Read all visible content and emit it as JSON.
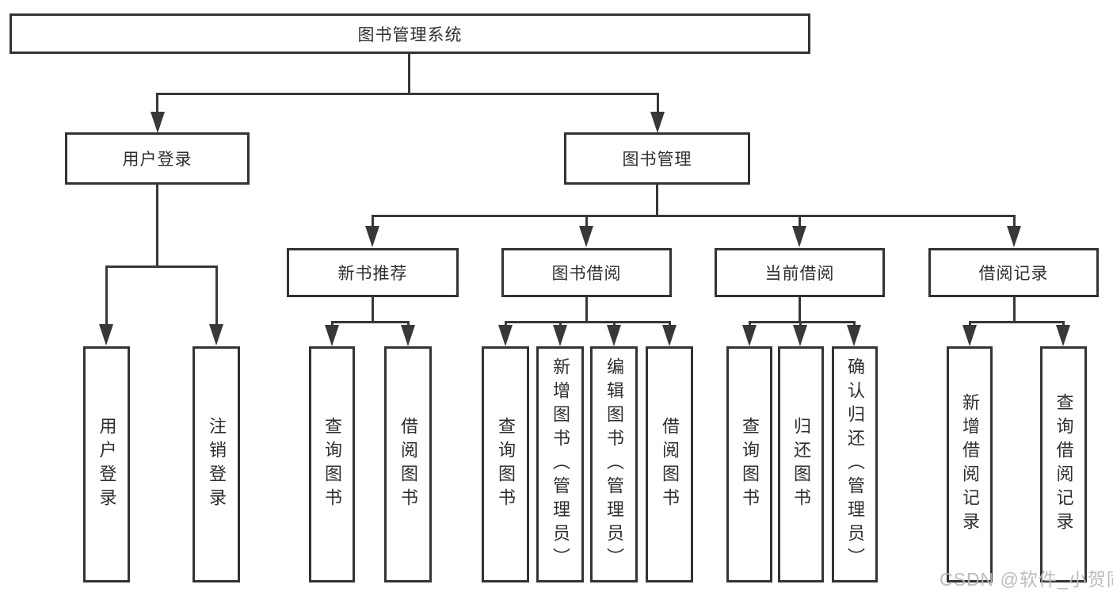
{
  "nodes": {
    "root": {
      "label": "图书管理系统"
    },
    "user_login": {
      "label": "用户登录"
    },
    "book_mgmt": {
      "label": "图书管理"
    },
    "new_book_rec": {
      "label": "新书推荐"
    },
    "book_borrowing": {
      "label": "图书借阅"
    },
    "current_borrowing": {
      "label": "当前借阅"
    },
    "borrowing_records": {
      "label": "借阅记录"
    },
    "leaf_user_login": {
      "label": "用户登录"
    },
    "leaf_logout": {
      "label": "注销登录"
    },
    "leaf_nbr_query_books": {
      "label": "查询图书"
    },
    "leaf_nbr_borrow_books": {
      "label": "借阅图书"
    },
    "leaf_bb_query_books": {
      "label": "查询图书"
    },
    "leaf_bb_add_books": {
      "label": "新增图书（管理员）"
    },
    "leaf_bb_edit_books": {
      "label": "编辑图书（管理员）"
    },
    "leaf_bb_borrow_books": {
      "label": "借阅图书"
    },
    "leaf_cb_query_books": {
      "label": "查询图书"
    },
    "leaf_cb_return_books": {
      "label": "归还图书"
    },
    "leaf_cb_confirm_return": {
      "label": "确认归还（管理员）"
    },
    "leaf_br_add_record": {
      "label": "新增借阅记录"
    },
    "leaf_br_query_record": {
      "label": "查询借阅记录"
    }
  },
  "hierarchy": {
    "图书管理系统": {
      "用户登录": [
        "用户登录",
        "注销登录"
      ],
      "图书管理": {
        "新书推荐": [
          "查询图书",
          "借阅图书"
        ],
        "图书借阅": [
          "查询图书",
          "新增图书（管理员）",
          "编辑图书（管理员）",
          "借阅图书"
        ],
        "当前借阅": [
          "查询图书",
          "归还图书",
          "确认归还（管理员）"
        ],
        "借阅记录": [
          "新增借阅记录",
          "查询借阅记录"
        ]
      }
    }
  },
  "colors": {
    "line": "#383838",
    "box_border": "#333333",
    "text": "#2f2f2f",
    "watermark": "#b6b6b6",
    "background": "#ffffff"
  },
  "watermark": {
    "text": "CSDN @软件_小贺同学"
  }
}
